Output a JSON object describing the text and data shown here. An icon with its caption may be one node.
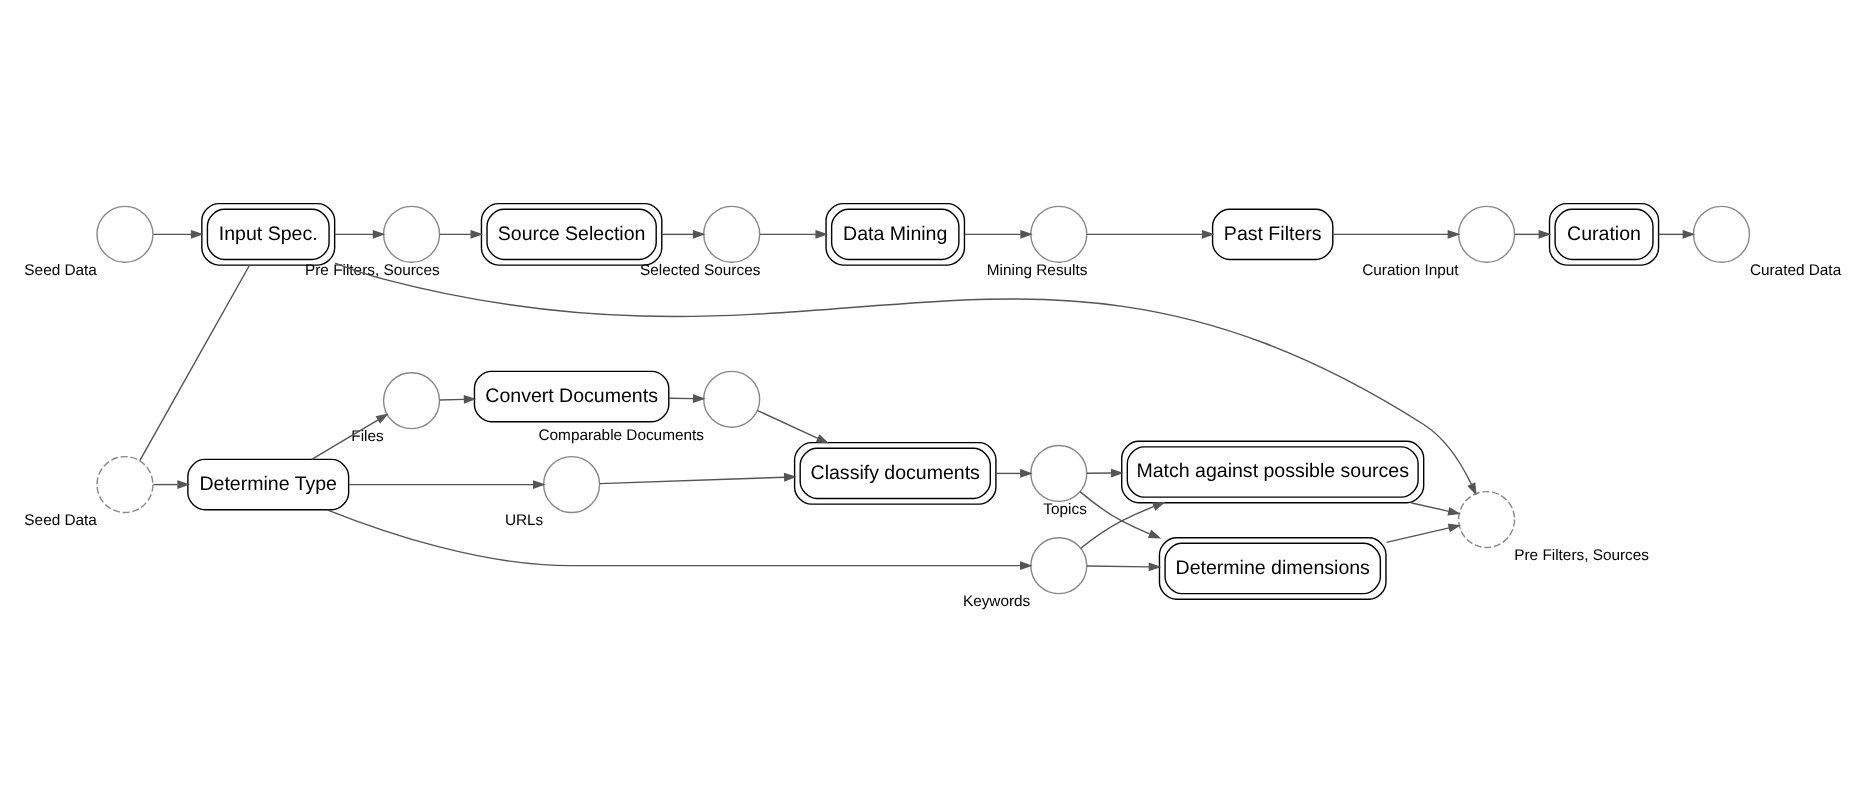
{
  "diagram": {
    "nodes": [
      {
        "text": [],
        "shape": "circle",
        "beside": [
          "Seed Data"
        ]
      },
      {
        "text": [
          "Input Spec."
        ]
      },
      {
        "text": [],
        "shape": "circle",
        "beside": [
          "Pre Filters, Sources"
        ]
      },
      {
        "text": [
          "Source Selection"
        ]
      },
      {
        "text": [],
        "shape": "circle",
        "beside": [
          "Selected Sources"
        ]
      },
      {
        "text": [
          "Data Mining"
        ]
      },
      {
        "text": [],
        "shape": "circle",
        "beside": [
          "Mining Results"
        ]
      },
      {
        "text": [
          "Past Filters"
        ]
      },
      {
        "text": [],
        "shape": "circle",
        "beside": [
          "Curation Input"
        ]
      },
      {
        "text": [
          "Curation"
        ]
      },
      {
        "text": [],
        "shape": "circle",
        "beside": [
          "Curated Data"
        ]
      },
      {
        "text": [],
        "shape": "circle",
        "beside": [
          "Seed Data"
        ]
      },
      {
        "text": [
          "Determine Type"
        ]
      },
      {
        "text": [],
        "shape": "circle",
        "beside": [
          "Keywords"
        ]
      },
      {
        "text": [],
        "shape": "circle",
        "beside": [
          "URLs"
        ]
      },
      {
        "text": [],
        "shape": "circle",
        "beside": [
          "Files"
        ]
      },
      {
        "text": [
          "Convert Documents"
        ]
      },
      {
        "text": [],
        "shape": "circle",
        "beside": [
          "Comparable Documents"
        ]
      },
      {
        "text": [
          "Classify documents"
        ]
      },
      {
        "text": [],
        "shape": "circle",
        "beside": [
          "Topics"
        ]
      },
      {
        "text": [
          "Match against possible sources"
        ]
      },
      {
        "text": [
          "Determine dimensions"
        ]
      },
      {
        "text": [],
        "shape": "circle",
        "beside": [
          "Pre Filters, Sources"
        ]
      }
    ],
    "edges": [
      {
        "from": 0,
        "to": 1,
        "arrow": "to"
      },
      {
        "from": 1,
        "to": 2,
        "arrow": "to"
      },
      {
        "from": 2,
        "to": 3,
        "arrow": "to"
      },
      {
        "from": 3,
        "to": 4,
        "arrow": "to"
      },
      {
        "from": 4,
        "to": 5,
        "arrow": "to"
      },
      {
        "from": 5,
        "to": 6,
        "arrow": "to"
      },
      {
        "from": 6,
        "to": 7,
        "arrow": "to"
      },
      {
        "from": 7,
        "to": 8,
        "arrow": "to"
      },
      {
        "from": 8,
        "to": 9,
        "arrow": "to"
      },
      {
        "from": 9,
        "to": 10,
        "arrow": "to"
      },
      {
        "from": 1,
        "to": 11,
        "arrow": "none"
      },
      {
        "from": 1,
        "to": 22,
        "arrow": "to"
      },
      {
        "from": 11,
        "to": 12,
        "arrow": "to"
      },
      {
        "from": 12,
        "to": 13,
        "arrow": "to"
      },
      {
        "from": 12,
        "to": 14,
        "arrow": "to"
      },
      {
        "from": 12,
        "to": 15,
        "arrow": "to"
      },
      {
        "from": 15,
        "to": 16,
        "arrow": "to"
      },
      {
        "from": 16,
        "to": 17,
        "arrow": "to"
      },
      {
        "from": 14,
        "to": 18,
        "arrow": "to"
      },
      {
        "from": 17,
        "to": 18,
        "arrow": "to"
      },
      {
        "from": 18,
        "to": 19,
        "arrow": "to"
      },
      {
        "from": 13,
        "to": 20,
        "arrow": "to"
      },
      {
        "from": 13,
        "to": 21,
        "arrow": "to"
      },
      {
        "from": 19,
        "to": 20,
        "arrow": "to"
      },
      {
        "from": 19,
        "to": 21,
        "arrow": "to"
      },
      {
        "from": 20,
        "to": 22,
        "arrow": "to"
      },
      {
        "from": 21,
        "to": 22,
        "arrow": "to"
      }
    ]
  }
}
